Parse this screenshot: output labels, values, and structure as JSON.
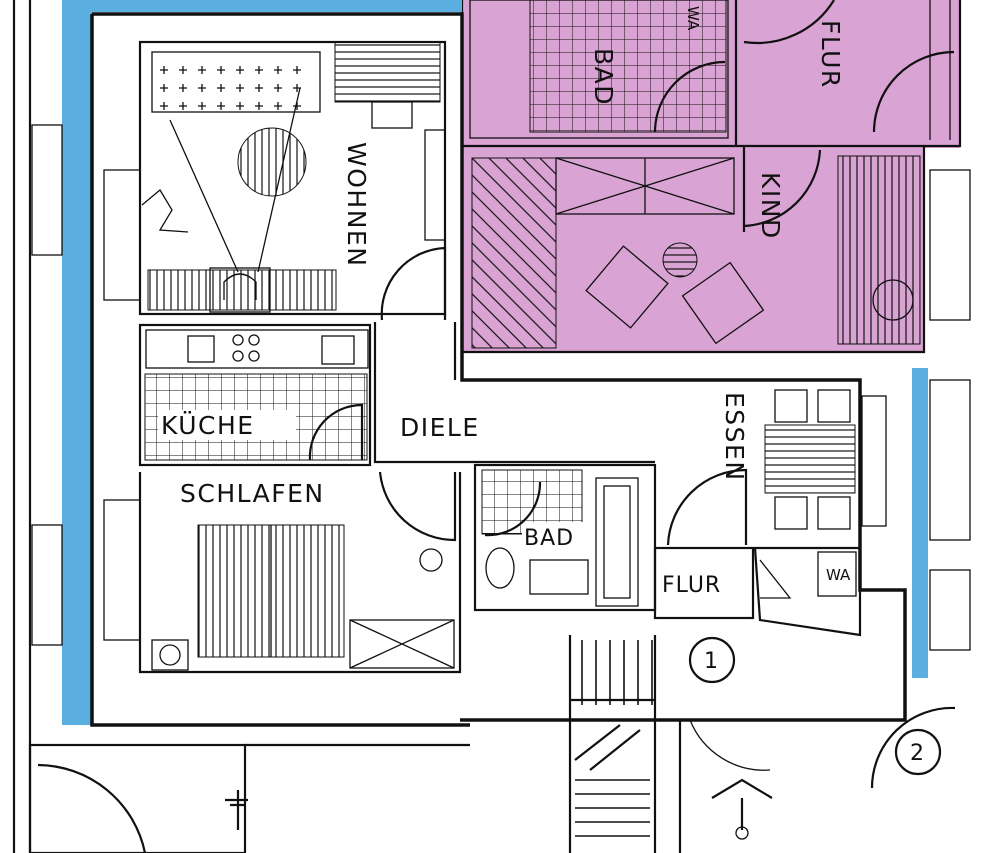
{
  "colors": {
    "blue": "#5aaee0",
    "pink": "#d9a3d3",
    "ink": "#111111"
  },
  "rooms": {
    "wohnen": "WOHNEN",
    "kueche": "KÜCHE",
    "diele": "DIELE",
    "schlafen": "SCHLAFEN",
    "bad_main": "BAD",
    "flur_main": "FLUR",
    "essen": "ESSEN",
    "wa_main": "WA",
    "bad_neighbor": "BAD",
    "flur_neighbor": "FLUR",
    "kind": "KIND",
    "wa_neighbor": "WA"
  },
  "markers": {
    "one": "1",
    "two": "2"
  }
}
